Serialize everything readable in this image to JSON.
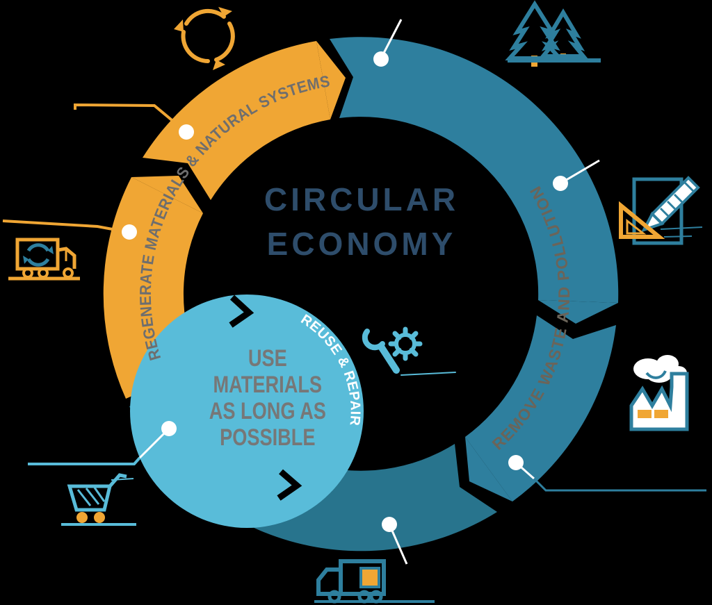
{
  "title": {
    "line1": "CIRCULAR",
    "line2": "ECONOMY"
  },
  "ring": {
    "regenerate_label": "REGENERATE MATERIALS & NATURAL SYSTEMS",
    "remove_label": "REMOVE WASTE AND POLLUTION",
    "flow_direction": "clockwise",
    "segment_colors": {
      "regenerate": "#F0A634",
      "remove_top": "#2E7F9E",
      "remove_right": "#2E7F9E",
      "remove_bottom": "#28748D"
    }
  },
  "inner_circle": {
    "curved_label": "REUSE & REPAIR",
    "lines": [
      "USE",
      "MATERIALS",
      "AS LONG AS",
      "POSSIBLE"
    ],
    "color": "#59BCD9",
    "text_color": "#777777",
    "curved_text_color": "#FFFFFF"
  },
  "icons": {
    "recycle": "recycle-arrows-icon",
    "trees": "pine-trees-icon",
    "design": "paper-pencil-setsquare-icon",
    "factory": "factory-smoke-icon",
    "delivery_truck": "delivery-truck-icon",
    "recycling_truck": "recycling-truck-icon",
    "shopping_cart": "shopping-cart-icon",
    "repair_tools": "wrench-and-gear-icon"
  },
  "colors": {
    "background": "#000000",
    "orange": "#F0A634",
    "teal": "#2E7F9E",
    "dark_teal": "#28748D",
    "light_blue": "#59BCD9",
    "navy_title": "#2E4D6B",
    "gray_on_orange": "#6E6E6E",
    "gray_on_teal": "#6B6459",
    "callout_dot": "#FFFFFF"
  }
}
